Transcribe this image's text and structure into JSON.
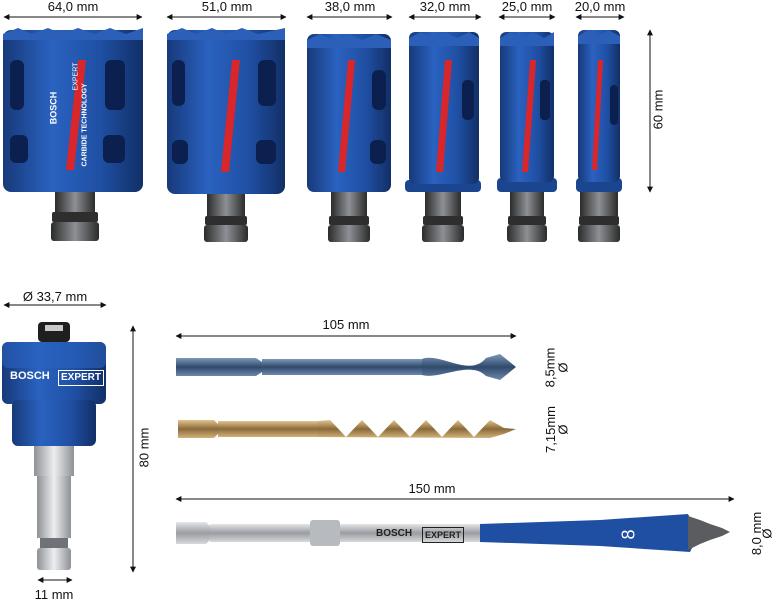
{
  "brand": {
    "name": "BOSCH",
    "line": "EXPERT",
    "tech": "CARBIDE TECHNOLOGY",
    "colors": {
      "blue": "#1f4fa3",
      "blue_dark": "#163a7c",
      "red": "#d8262b",
      "steel": "#b9bcc0",
      "black": "#232323",
      "gold": "#b08a52",
      "drill_blue": "#3f5f86"
    }
  },
  "hole_saws": {
    "diameters": [
      "64,0 mm",
      "51,0 mm",
      "38,0 mm",
      "32,0 mm",
      "25,0 mm",
      "20,0 mm"
    ],
    "depth_label": "60 mm"
  },
  "adapter": {
    "diameter_label": "Ø 33,7 mm",
    "length_label": "80 mm",
    "shank_label": "11 mm"
  },
  "drills": {
    "pilot_length_label": "105 mm",
    "pilot_diameter_label": "8,5mm",
    "pilot_diameter_symbol": "Ø",
    "hss_diameter_label": "7,15mm",
    "hss_diameter_symbol": "Ø",
    "spade_length_label": "150 mm",
    "spade_diameter_label": "8,0 mm",
    "spade_diameter_symbol": "Ø",
    "spade_size_mark": "8"
  }
}
